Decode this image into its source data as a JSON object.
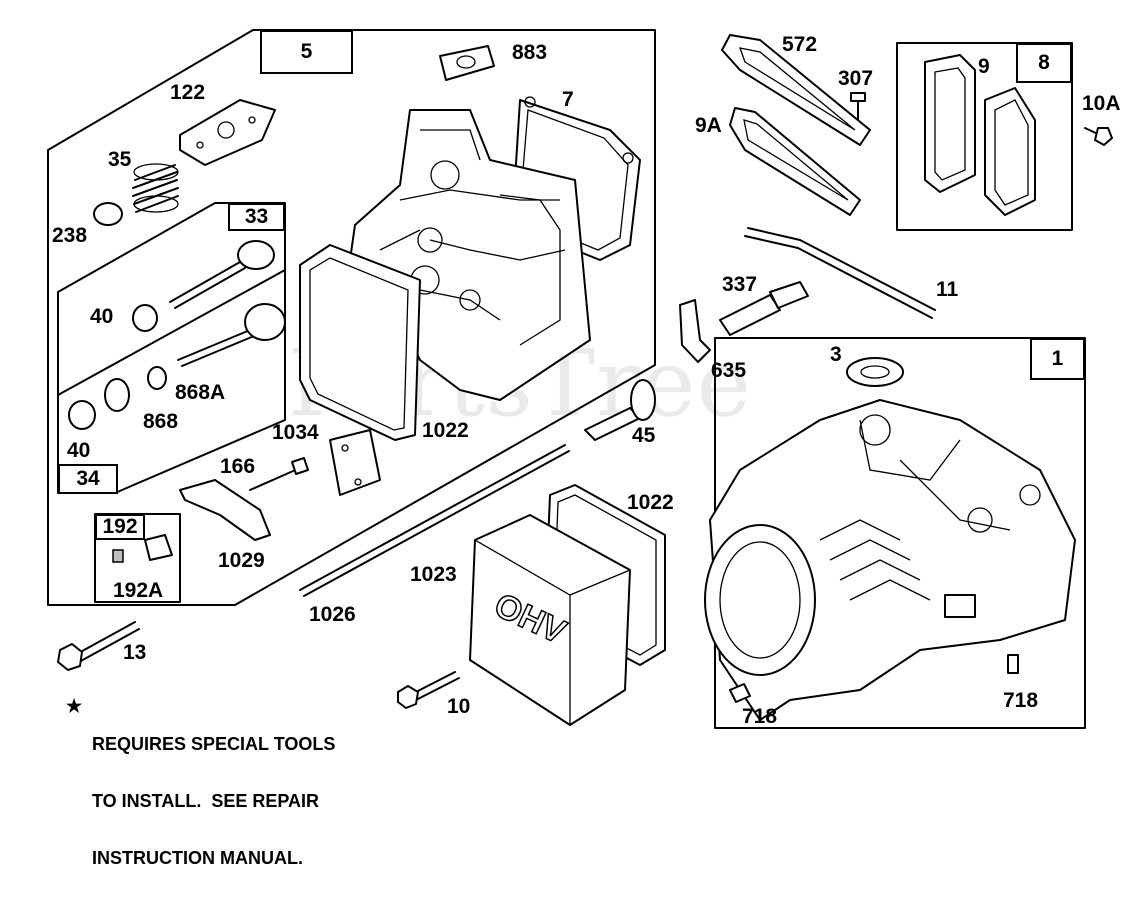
{
  "watermark": "PartsTree",
  "note": {
    "symbol": "★",
    "lines": [
      "REQUIRES SPECIAL TOOLS",
      "TO INSTALL.  SEE REPAIR",
      "INSTRUCTION MANUAL."
    ]
  },
  "group_labels": {
    "g5": "5",
    "g33": "33",
    "g34": "34",
    "g192": "192",
    "g8": "8",
    "g1": "1"
  },
  "part_labels": {
    "p883": "883",
    "p7": "7",
    "p122": "122",
    "p35": "35",
    "p238": "238",
    "p40a": "40",
    "p40b": "40",
    "p868A": "868A",
    "p868": "868",
    "p1034": "1034",
    "p1022a": "1022",
    "p166": "166",
    "p1029": "1029",
    "p192A": "192A",
    "p13": "13",
    "p1026": "1026",
    "p1023": "1023",
    "p1022b": "1022",
    "p10": "10",
    "p45": "45",
    "p572": "572",
    "p307": "307",
    "p9A": "9A",
    "p9": "9",
    "p10A": "10A",
    "p337": "337",
    "p11": "11",
    "p635": "635",
    "p3": "3",
    "p718a": "718",
    "p718b": "718"
  },
  "cover_lettering": "OHV"
}
